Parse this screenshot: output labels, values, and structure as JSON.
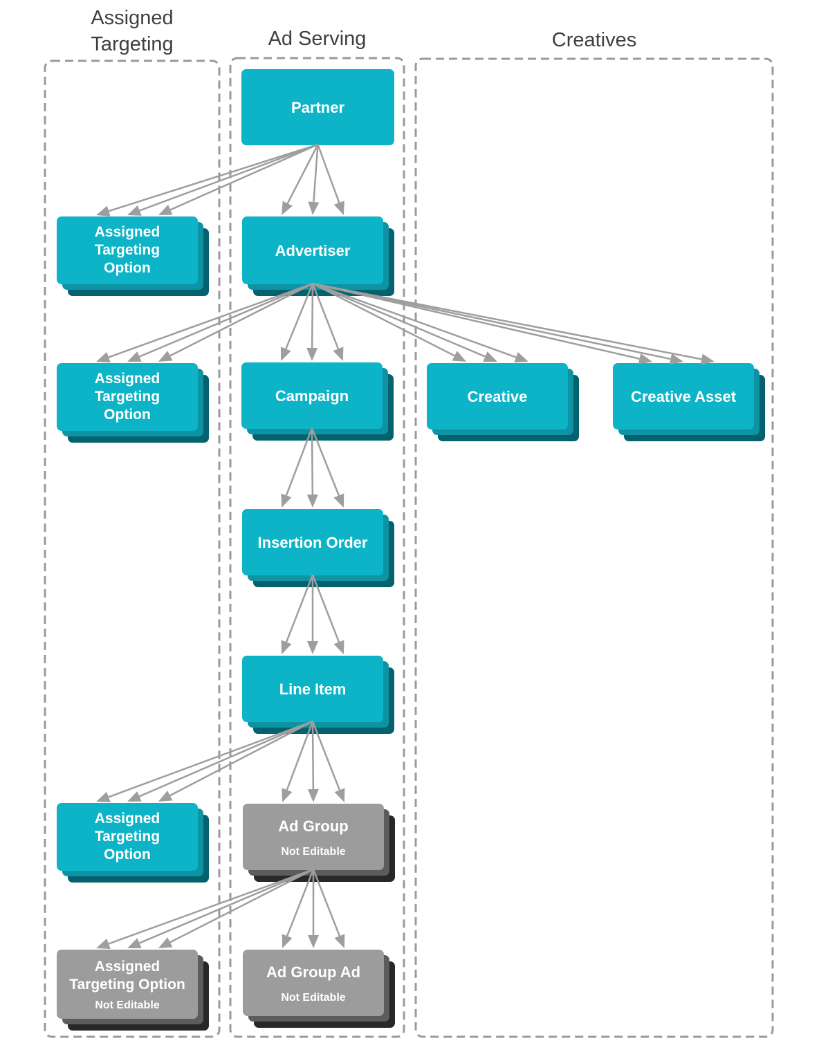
{
  "diagram": {
    "kind": "entity-hierarchy",
    "columns": [
      {
        "id": "assigned-targeting",
        "title": "Assigned\nTargeting"
      },
      {
        "id": "ad-serving",
        "title": "Ad Serving"
      },
      {
        "id": "creatives",
        "title": "Creatives"
      }
    ],
    "nodes": [
      {
        "id": "partner",
        "label": "Partner",
        "column": "ad-serving",
        "editable": true,
        "stacked": false
      },
      {
        "id": "ato-partner",
        "label": "Assigned\nTargeting\nOption",
        "column": "assigned-targeting",
        "editable": true,
        "stacked": true
      },
      {
        "id": "advertiser",
        "label": "Advertiser",
        "column": "ad-serving",
        "editable": true,
        "stacked": true
      },
      {
        "id": "ato-advertiser",
        "label": "Assigned\nTargeting\nOption",
        "column": "assigned-targeting",
        "editable": true,
        "stacked": true
      },
      {
        "id": "campaign",
        "label": "Campaign",
        "column": "ad-serving",
        "editable": true,
        "stacked": true
      },
      {
        "id": "creative",
        "label": "Creative",
        "column": "creatives",
        "editable": true,
        "stacked": true
      },
      {
        "id": "creative-asset",
        "label": "Creative Asset",
        "column": "creatives",
        "editable": true,
        "stacked": true
      },
      {
        "id": "insertion-order",
        "label": "Insertion Order",
        "column": "ad-serving",
        "editable": true,
        "stacked": true
      },
      {
        "id": "line-item",
        "label": "Line Item",
        "column": "ad-serving",
        "editable": true,
        "stacked": true
      },
      {
        "id": "ato-line-item",
        "label": "Assigned\nTargeting\nOption",
        "column": "assigned-targeting",
        "editable": true,
        "stacked": true
      },
      {
        "id": "ad-group",
        "label": "Ad Group",
        "column": "ad-serving",
        "editable": false,
        "stacked": true,
        "badge": "Not Editable"
      },
      {
        "id": "ato-ad-group",
        "label": "Assigned\nTargeting Option",
        "column": "assigned-targeting",
        "editable": false,
        "stacked": true,
        "badge": "Not Editable"
      },
      {
        "id": "ad-group-ad",
        "label": "Ad Group Ad",
        "column": "ad-serving",
        "editable": false,
        "stacked": true,
        "badge": "Not Editable"
      }
    ],
    "edges": [
      {
        "from": "partner",
        "to": "ato-partner",
        "multiplicity": "one-to-many"
      },
      {
        "from": "partner",
        "to": "advertiser",
        "multiplicity": "one-to-many"
      },
      {
        "from": "advertiser",
        "to": "ato-advertiser",
        "multiplicity": "one-to-many"
      },
      {
        "from": "advertiser",
        "to": "campaign",
        "multiplicity": "one-to-many"
      },
      {
        "from": "advertiser",
        "to": "creative",
        "multiplicity": "one-to-many"
      },
      {
        "from": "advertiser",
        "to": "creative-asset",
        "multiplicity": "one-to-many"
      },
      {
        "from": "campaign",
        "to": "insertion-order",
        "multiplicity": "one-to-many"
      },
      {
        "from": "insertion-order",
        "to": "line-item",
        "multiplicity": "one-to-many"
      },
      {
        "from": "line-item",
        "to": "ato-line-item",
        "multiplicity": "one-to-many"
      },
      {
        "from": "line-item",
        "to": "ad-group",
        "multiplicity": "one-to-many"
      },
      {
        "from": "ad-group",
        "to": "ato-ad-group",
        "multiplicity": "one-to-many"
      },
      {
        "from": "ad-group",
        "to": "ad-group-ad",
        "multiplicity": "one-to-many"
      }
    ]
  },
  "colors": {
    "node_editable": "#0db4c7",
    "node_editable_shadow_1": "#0d93a4",
    "node_editable_shadow_2": "#03626d",
    "node_not_editable": "#9c9c9c",
    "node_not_editable_shadow_1": "#5c5c5c",
    "node_not_editable_shadow_2": "#282828",
    "arrow": "#9e9e9e",
    "column_border": "#9a9a9a",
    "header_text": "#3c4043",
    "node_text": "#ffffff"
  }
}
